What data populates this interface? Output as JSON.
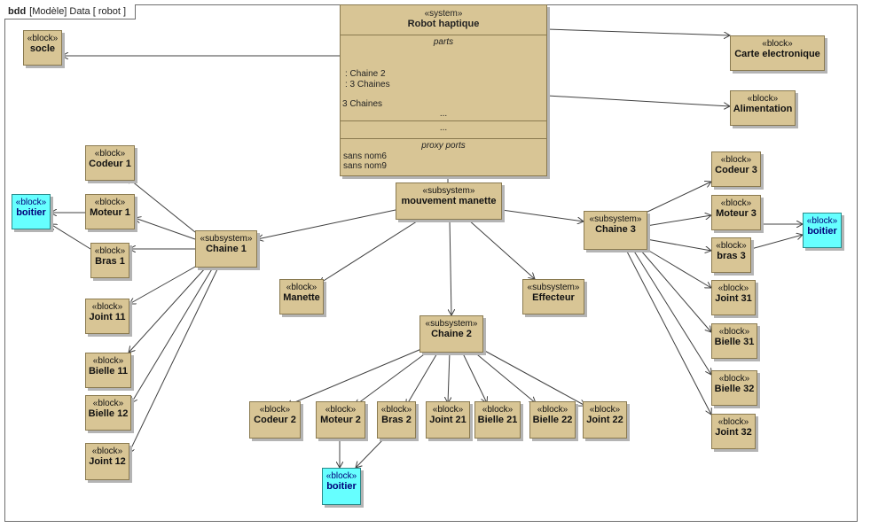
{
  "frame_label": {
    "kind": "bdd",
    "context": "[Modèle] Data [ robot ]"
  },
  "system": {
    "stereotype": "«system»",
    "name": "Robot haptique",
    "parts_heading": "parts",
    "parts": [
      ": Chaine 2",
      ": 3 Chaines"
    ],
    "extra_part": "3 Chaines",
    "ellipsis": "...",
    "ports_heading": "proxy ports",
    "ports": [
      "sans nom6",
      "sans nom9"
    ]
  },
  "blocks": {
    "socle": {
      "stereotype": "«block»",
      "name": "socle"
    },
    "carte": {
      "stereotype": "«block»",
      "name": "Carte electronique"
    },
    "alim": {
      "stereotype": "«block»",
      "name": "Alimentation"
    },
    "mvt": {
      "stereotype": "«subsystem»",
      "name": "mouvement manette"
    },
    "manette": {
      "stereotype": "«block»",
      "name": "Manette"
    },
    "effecteur": {
      "stereotype": "«subsystem»",
      "name": "Effecteur"
    },
    "chaine1": {
      "stereotype": "«subsystem»",
      "name": "Chaine 1"
    },
    "chaine2": {
      "stereotype": "«subsystem»",
      "name": "Chaine 2"
    },
    "chaine3": {
      "stereotype": "«subsystem»",
      "name": "Chaine 3"
    },
    "codeur1": {
      "stereotype": "«block»",
      "name": "Codeur 1"
    },
    "moteur1": {
      "stereotype": "«block»",
      "name": "Moteur 1"
    },
    "bras1": {
      "stereotype": "«block»",
      "name": "Bras 1"
    },
    "joint11": {
      "stereotype": "«block»",
      "name": "Joint 11"
    },
    "bielle11": {
      "stereotype": "«block»",
      "name": "Bielle 11"
    },
    "bielle12": {
      "stereotype": "«block»",
      "name": "Bielle 12"
    },
    "joint12": {
      "stereotype": "«block»",
      "name": "Joint 12"
    },
    "boitier1": {
      "stereotype": "«block»",
      "name": "boitier"
    },
    "codeur2": {
      "stereotype": "«block»",
      "name": "Codeur 2"
    },
    "moteur2": {
      "stereotype": "«block»",
      "name": "Moteur 2"
    },
    "bras2": {
      "stereotype": "«block»",
      "name": "Bras 2"
    },
    "joint21": {
      "stereotype": "«block»",
      "name": "Joint 21"
    },
    "bielle21": {
      "stereotype": "«block»",
      "name": "Bielle 21"
    },
    "bielle22": {
      "stereotype": "«block»",
      "name": "Bielle 22"
    },
    "joint22": {
      "stereotype": "«block»",
      "name": "Joint 22"
    },
    "boitier2": {
      "stereotype": "«block»",
      "name": "boitier"
    },
    "codeur3": {
      "stereotype": "«block»",
      "name": "Codeur 3"
    },
    "moteur3": {
      "stereotype": "«block»",
      "name": "Moteur 3"
    },
    "bras3": {
      "stereotype": "«block»",
      "name": "bras 3"
    },
    "joint31": {
      "stereotype": "«block»",
      "name": "Joint 31"
    },
    "bielle31": {
      "stereotype": "«block»",
      "name": "Bielle 31"
    },
    "bielle32": {
      "stereotype": "«block»",
      "name": "Bielle 32"
    },
    "joint32": {
      "stereotype": "«block»",
      "name": "Joint 32"
    },
    "boitier3": {
      "stereotype": "«block»",
      "name": "boitier"
    }
  },
  "colors": {
    "block_fill": "#d8c595",
    "highlight_fill": "#66ffff",
    "line": "#404040"
  }
}
